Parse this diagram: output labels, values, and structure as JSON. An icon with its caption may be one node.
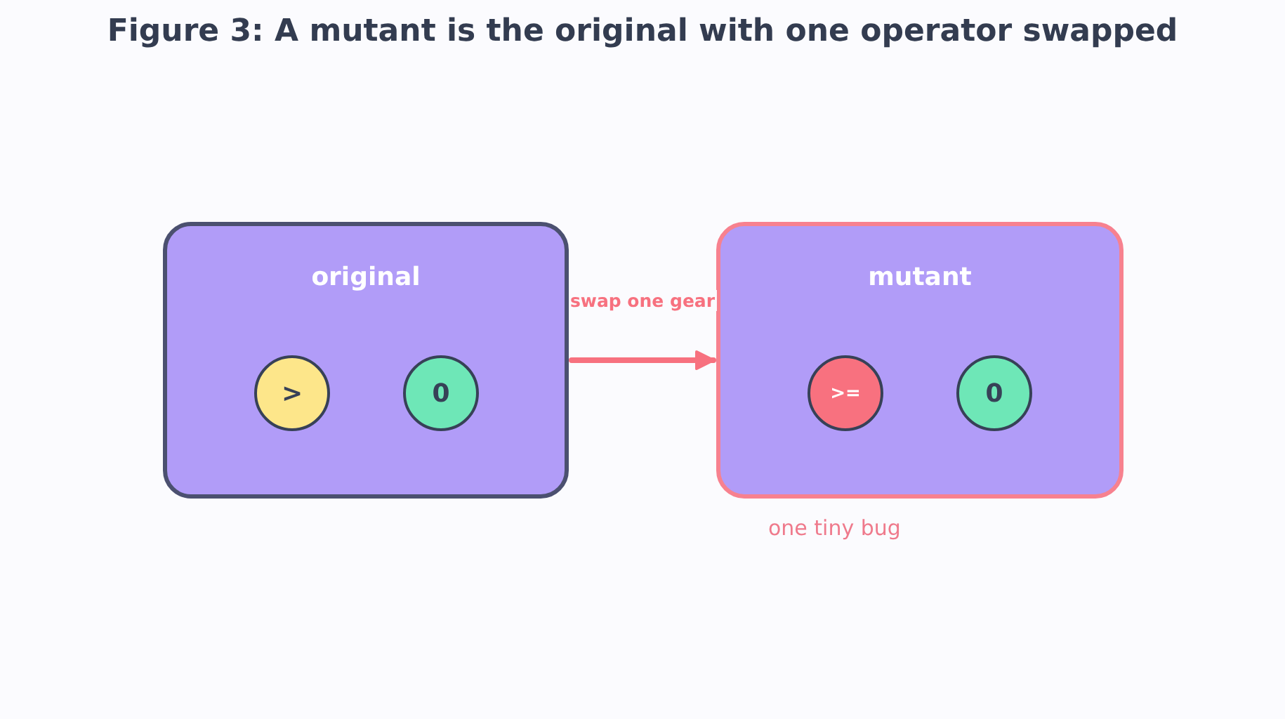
{
  "diagram": {
    "title": "Figure 3: A mutant is the original with one operator swapped",
    "nodes": [
      {
        "text": [
          "original"
        ]
      },
      {
        "text": [
          ">"
        ],
        "in": 0
      },
      {
        "text": [
          "0"
        ],
        "in": 0
      },
      {
        "text": [
          "mutant"
        ],
        "beside": [
          "one tiny bug"
        ]
      },
      {
        "text": [
          ">="
        ],
        "in": 3
      },
      {
        "text": [
          "0"
        ],
        "in": 3
      }
    ],
    "edges": [
      {
        "from": 0,
        "to": 3,
        "arrow": "to",
        "label": "swap one gear",
        "color": "#f7717f"
      }
    ]
  }
}
